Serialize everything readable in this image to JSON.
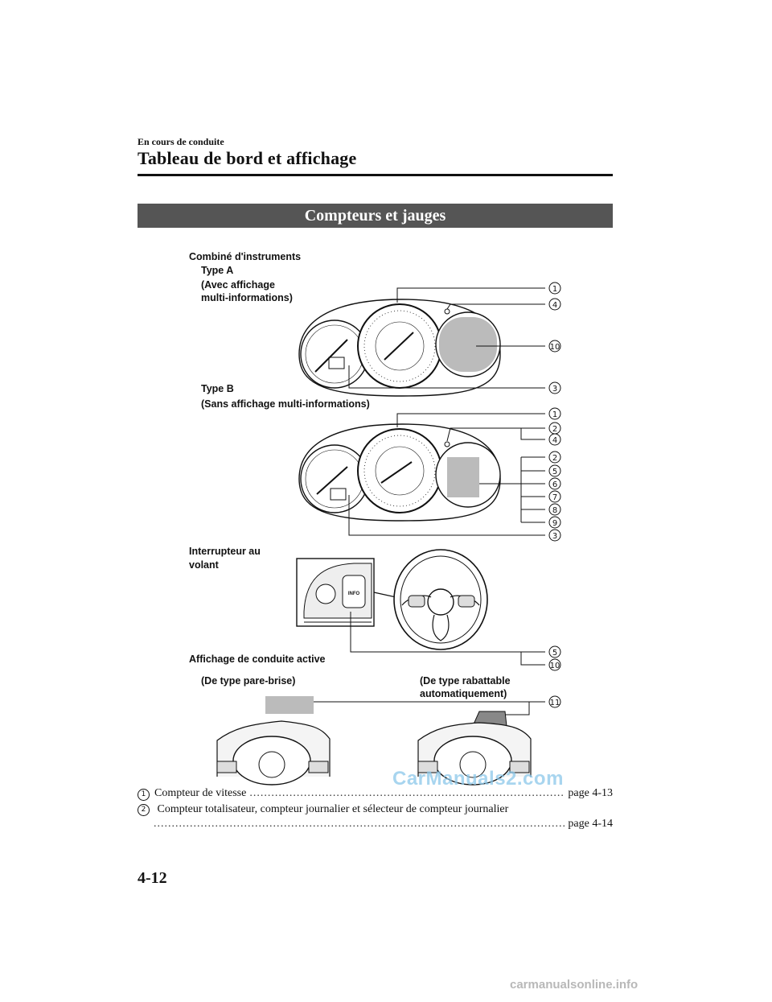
{
  "header": {
    "section_label": "En cours de conduite",
    "page_title": "Tableau de bord et affichage"
  },
  "banner": {
    "title": "Compteurs et jauges"
  },
  "figure": {
    "cluster_title": "Combiné d'instruments",
    "type_a_label": "Type A",
    "type_a_desc_line1": "(Avec affichage",
    "type_a_desc_line2": "multi-informations)",
    "type_b_label": "Type B",
    "type_b_desc": "(Sans affichage multi-informations)",
    "switch_label_line1": "Interrupteur au",
    "switch_label_line2": "volant",
    "hud_label": "Affichage de conduite active",
    "hud_windshield": "(De type pare-brise)",
    "hud_retractable_line1": "(De type rabattable",
    "hud_retractable_line2": "automatiquement)",
    "callouts_type_a": [
      "1",
      "4",
      "10",
      "3"
    ],
    "callouts_type_b": [
      "1",
      "2",
      "4",
      "2",
      "5",
      "6",
      "7",
      "8",
      "9",
      "3"
    ],
    "callouts_switch": [
      "5",
      "10"
    ],
    "callouts_hud": [
      "11"
    ],
    "switch_button_info": "INFO"
  },
  "references": [
    {
      "num": "1",
      "text": "Compteur de vitesse",
      "page": "page 4-13"
    },
    {
      "num": "2",
      "text": "Compteur totalisateur, compteur journalier et sélecteur de compteur journalier",
      "page": "page 4-14"
    }
  ],
  "footer": {
    "page_number": "4-12",
    "watermark_center": "CarManuals2.com",
    "watermark_corner": "carmanualsonline.info"
  }
}
